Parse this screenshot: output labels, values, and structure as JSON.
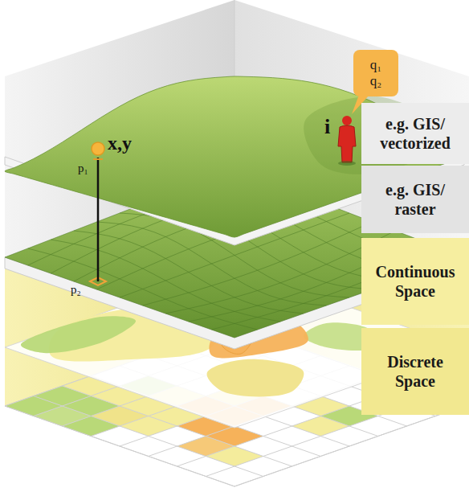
{
  "diagram": {
    "nodes": [
      {
        "text": [
          "q₁",
          "q₂"
        ]
      },
      {
        "text": [
          "e.g. GIS/ vectorized"
        ]
      },
      {
        "text": [
          "e.g. GIS/ raster"
        ]
      },
      {
        "text": [
          "Continuous Space"
        ]
      },
      {
        "text": [
          "Discrete Space"
        ]
      }
    ],
    "labels": [
      "x,y",
      "p₁",
      "i",
      "p₂"
    ]
  }
}
